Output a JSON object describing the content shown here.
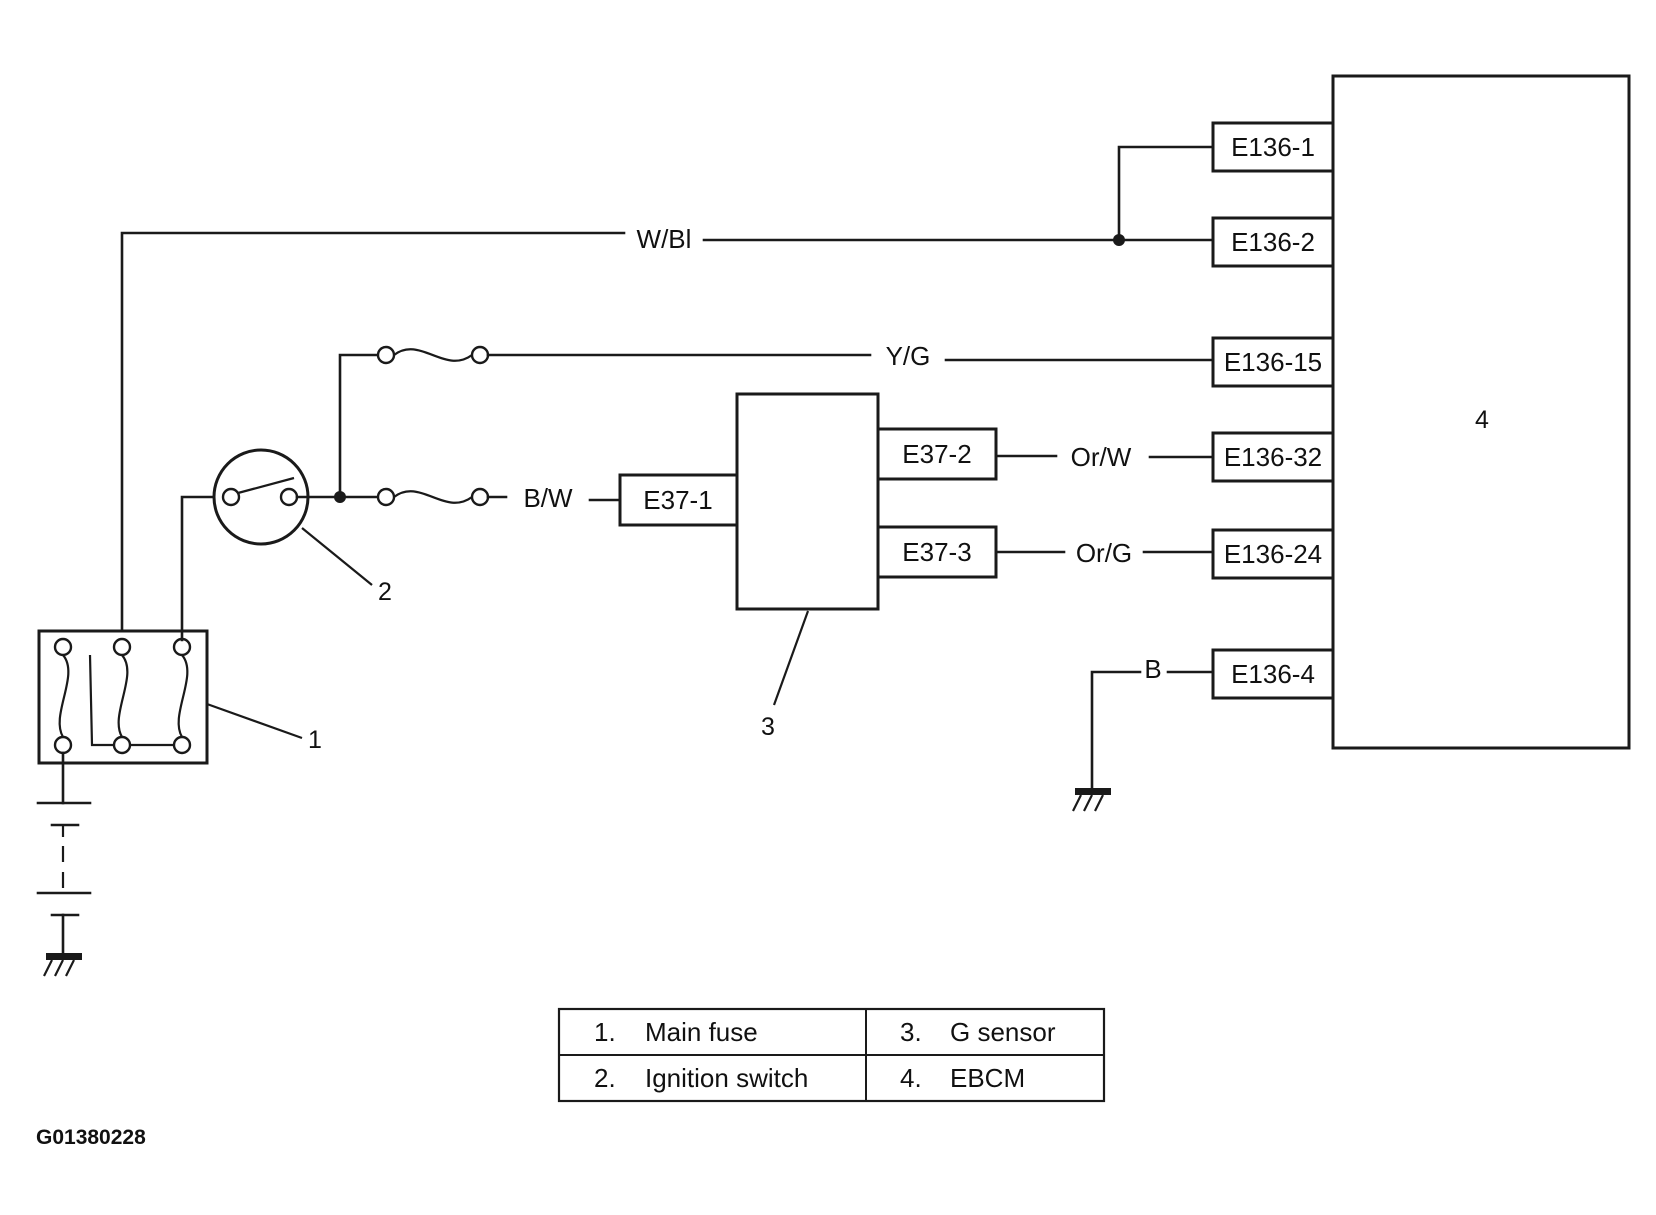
{
  "wires": {
    "w_bl": "W/Bl",
    "y_g": "Y/G",
    "b_w": "B/W",
    "or_w": "Or/W",
    "or_g": "Or/G",
    "b": "B"
  },
  "connectors": {
    "e136_1": "E136-1",
    "e136_2": "E136-2",
    "e136_15": "E136-15",
    "e136_32": "E136-32",
    "e136_24": "E136-24",
    "e136_4": "E136-4",
    "e37_1": "E37-1",
    "e37_2": "E37-2",
    "e37_3": "E37-3"
  },
  "callouts": {
    "main_fuse": "1",
    "ignition_switch": "2",
    "g_sensor": "3",
    "ebcm": "4"
  },
  "legend": {
    "items": [
      {
        "num": "1.",
        "label": "Main fuse"
      },
      {
        "num": "2.",
        "label": "Ignition switch"
      },
      {
        "num": "3.",
        "label": "G sensor"
      },
      {
        "num": "4.",
        "label": "EBCM"
      }
    ]
  },
  "figure_code": "G01380228"
}
